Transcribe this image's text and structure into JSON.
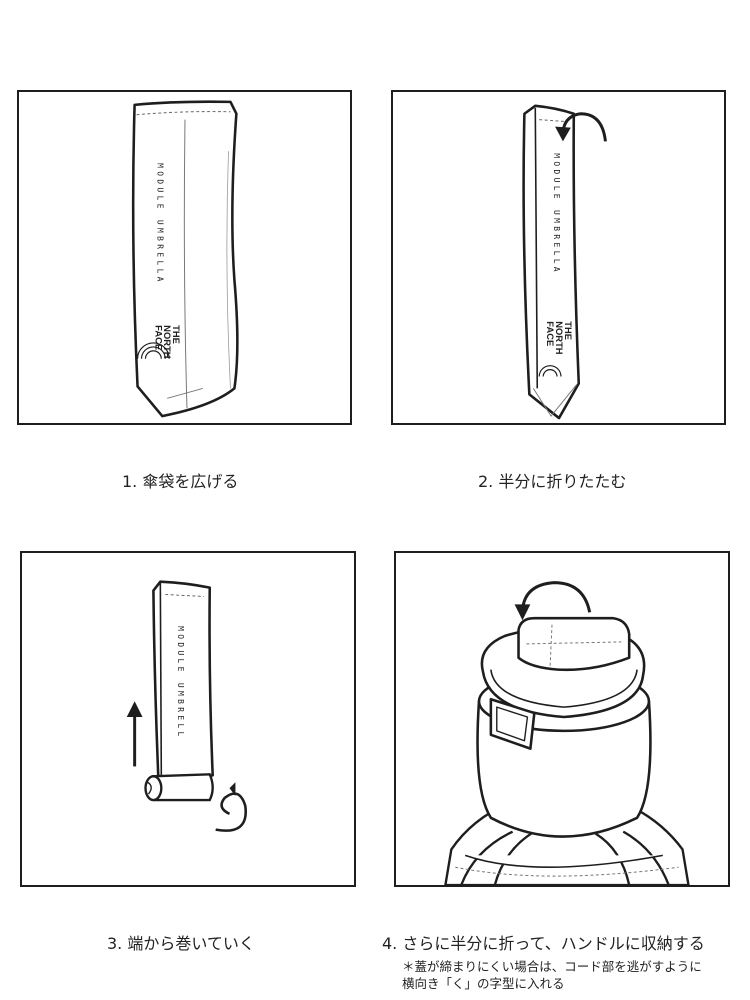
{
  "steps": [
    {
      "caption": "1. 傘袋を広げる",
      "product_label": "MODULE UMBRELLA",
      "logo_text": [
        "THE",
        "NORTH",
        "FACE"
      ]
    },
    {
      "caption": "2. 半分に折りたたむ",
      "product_label": "MODULE UMBRELLA",
      "logo_text": [
        "THE",
        "NORTH",
        "FACE"
      ]
    },
    {
      "caption": "3. 端から巻いていく",
      "product_label": "MODULE UMBRELL"
    },
    {
      "caption": "4. さらに半分に折って、ハンドルに収納する"
    }
  ],
  "note": {
    "line1": "＊蓋が締まりにくい場合は、コード部を逃がすように",
    "line2": "横向き「く」の字型に入れる"
  },
  "icons": [
    "curved-arrow-icon",
    "up-arrow-icon",
    "spiral-arrow-icon"
  ]
}
